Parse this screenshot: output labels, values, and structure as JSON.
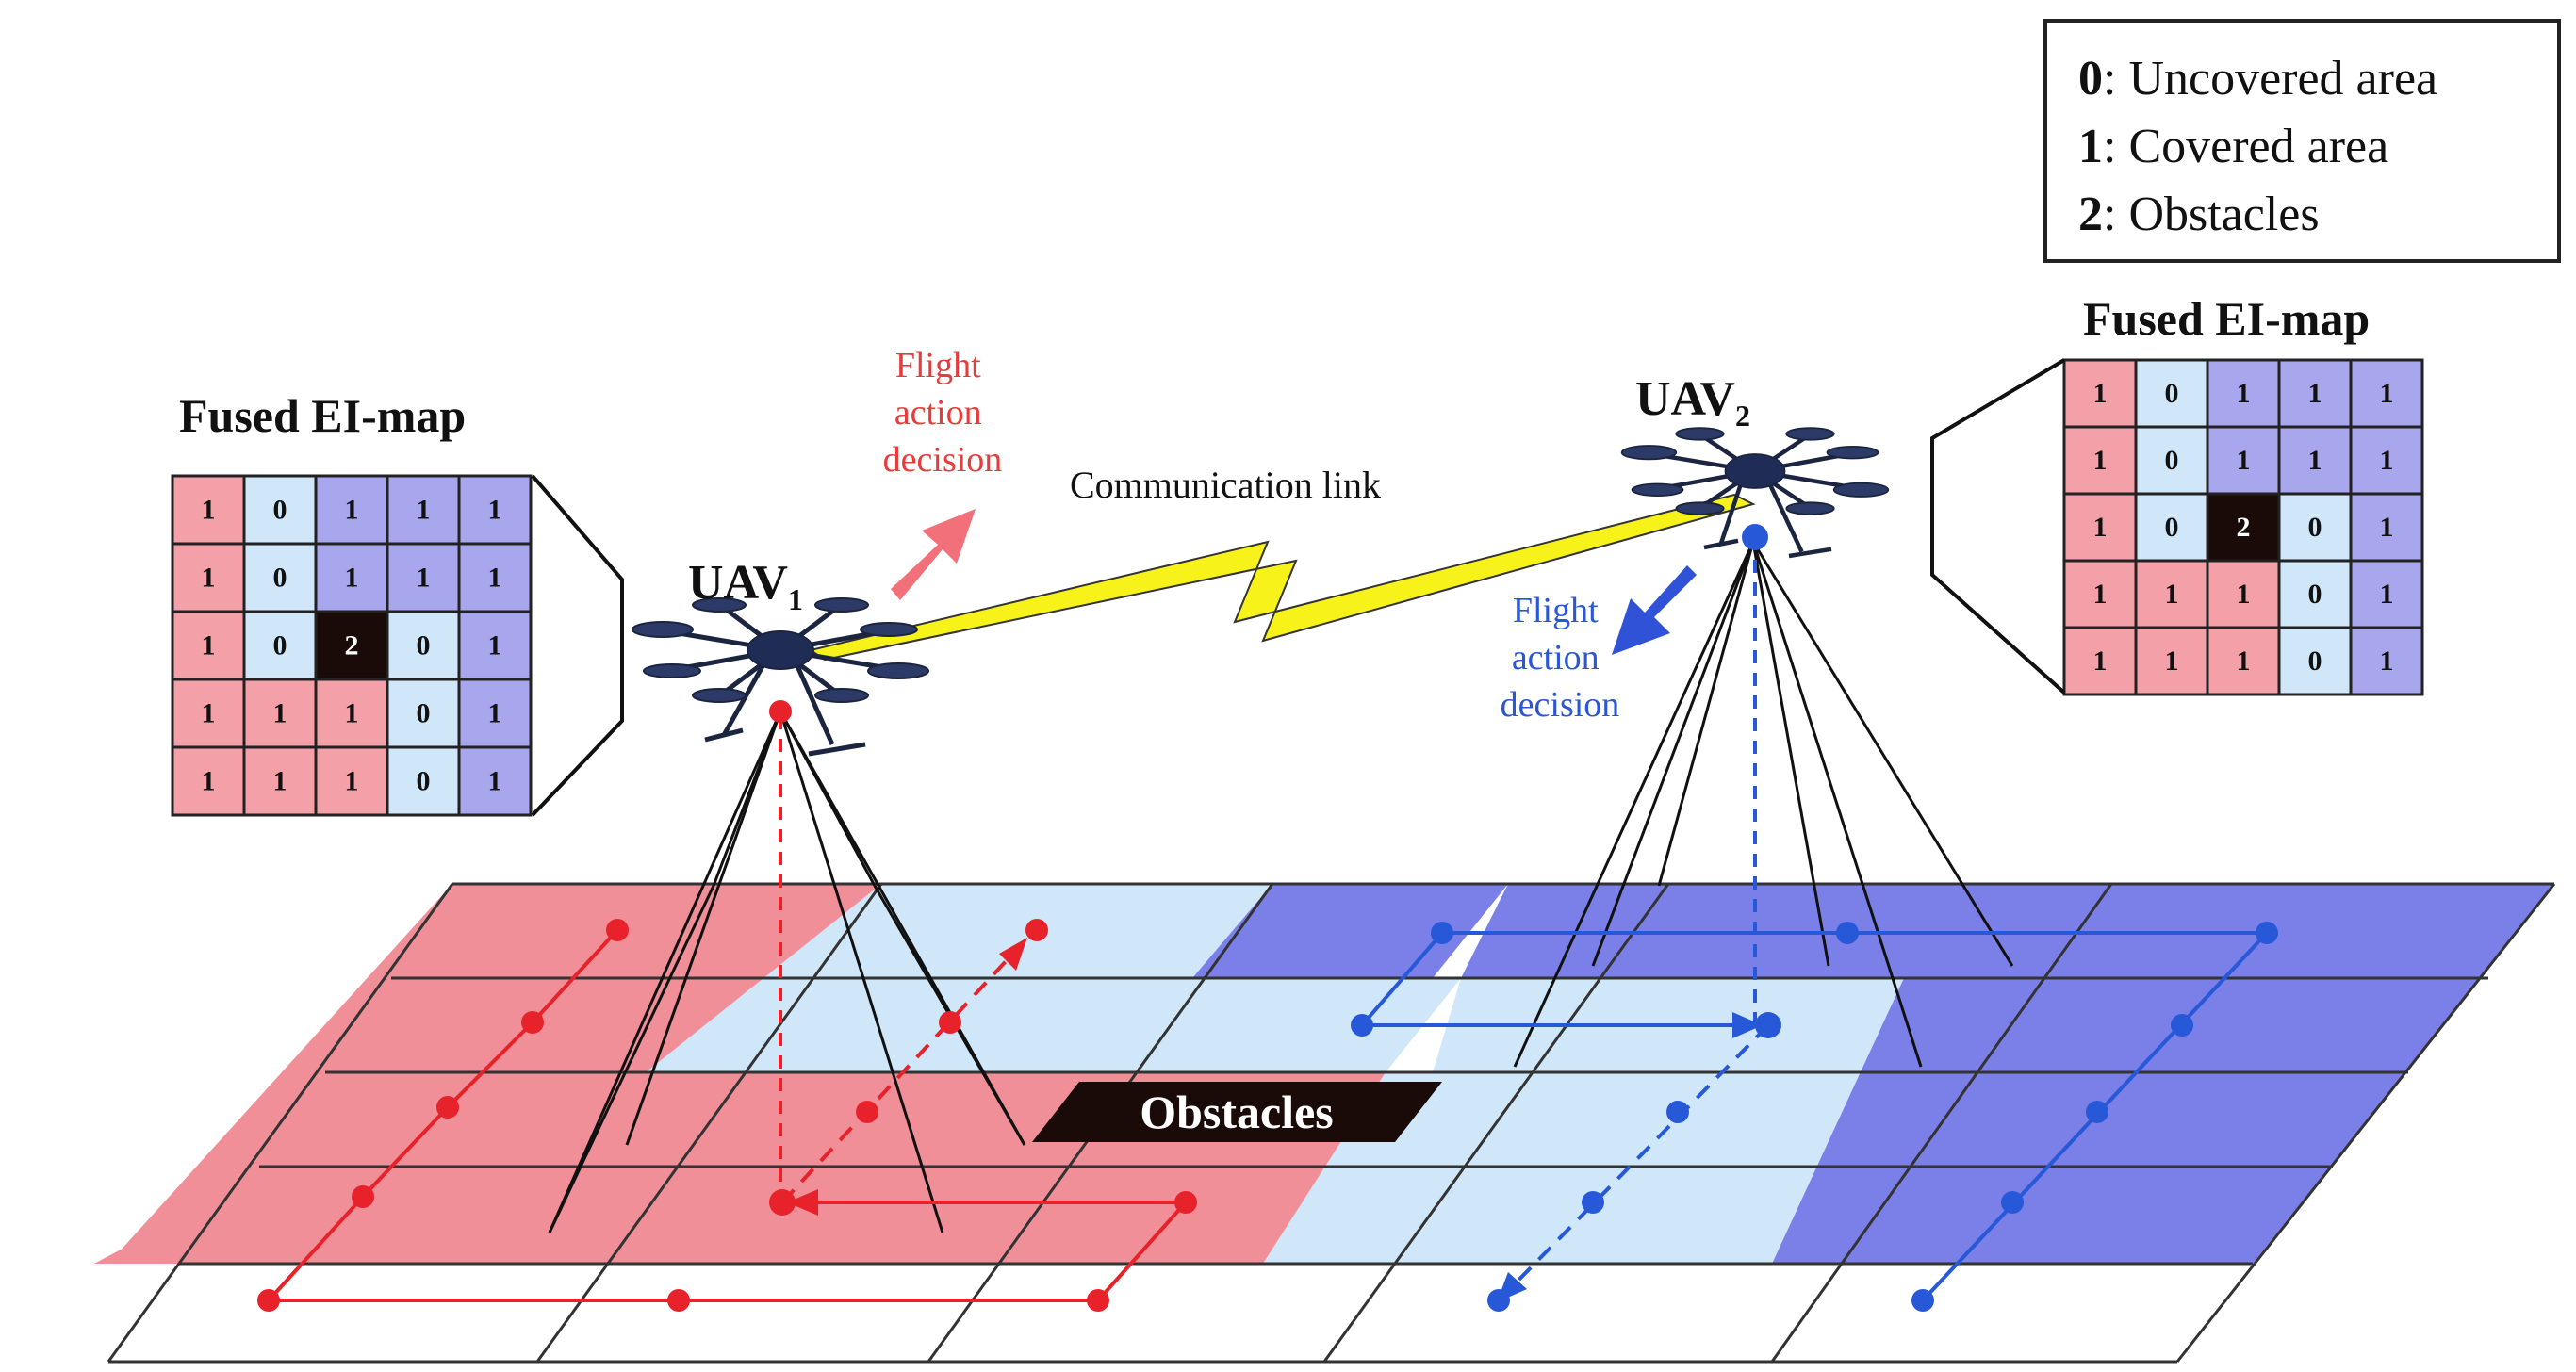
{
  "legend": {
    "items": [
      {
        "num": "0",
        "label": ": Uncovered area"
      },
      {
        "num": "1",
        "label": ": Covered area"
      },
      {
        "num": "2",
        "label": ": Obstacles"
      }
    ]
  },
  "maps": {
    "left": {
      "title": "Fused EI-map",
      "rows": [
        [
          "1",
          "0",
          "1",
          "1",
          "1"
        ],
        [
          "1",
          "0",
          "1",
          "1",
          "1"
        ],
        [
          "1",
          "0",
          "2",
          "0",
          "1"
        ],
        [
          "1",
          "1",
          "1",
          "0",
          "1"
        ],
        [
          "1",
          "1",
          "1",
          "0",
          "1"
        ]
      ],
      "colors": [
        [
          "pink",
          "blue",
          "purple",
          "purple",
          "purple"
        ],
        [
          "pink",
          "blue",
          "purple",
          "purple",
          "purple"
        ],
        [
          "pink",
          "blue",
          "black",
          "blue",
          "purple"
        ],
        [
          "pink",
          "pink",
          "pink",
          "blue",
          "purple"
        ],
        [
          "pink",
          "pink",
          "pink",
          "blue",
          "purple"
        ]
      ]
    },
    "right": {
      "title": "Fused EI-map",
      "rows": [
        [
          "1",
          "0",
          "1",
          "1",
          "1"
        ],
        [
          "1",
          "0",
          "1",
          "1",
          "1"
        ],
        [
          "1",
          "0",
          "2",
          "0",
          "1"
        ],
        [
          "1",
          "1",
          "1",
          "0",
          "1"
        ],
        [
          "1",
          "1",
          "1",
          "0",
          "1"
        ]
      ],
      "colors": [
        [
          "pink",
          "blue",
          "purple",
          "purple",
          "purple"
        ],
        [
          "pink",
          "blue",
          "purple",
          "purple",
          "purple"
        ],
        [
          "pink",
          "blue",
          "black",
          "blue",
          "purple"
        ],
        [
          "pink",
          "pink",
          "pink",
          "blue",
          "purple"
        ],
        [
          "pink",
          "pink",
          "pink",
          "blue",
          "purple"
        ]
      ]
    }
  },
  "uav1": {
    "name": "UAV",
    "sub": "1",
    "decision": [
      "Flight",
      "action",
      "decision"
    ]
  },
  "uav2": {
    "name": "UAV",
    "sub": "2",
    "decision": [
      "Flight",
      "action",
      "decision"
    ]
  },
  "link_label": "Communication link",
  "obstacles_label": "Obstacles",
  "colors": {
    "pink": "#f4a0a8",
    "light_blue": "#cfe7f8",
    "purple": "#a8a6ec",
    "ground_red": "#f18f98",
    "ground_blue": "#7b7fe8",
    "red": "#e8222a",
    "blue": "#2758d8",
    "obstacle": "#1a0a08"
  }
}
